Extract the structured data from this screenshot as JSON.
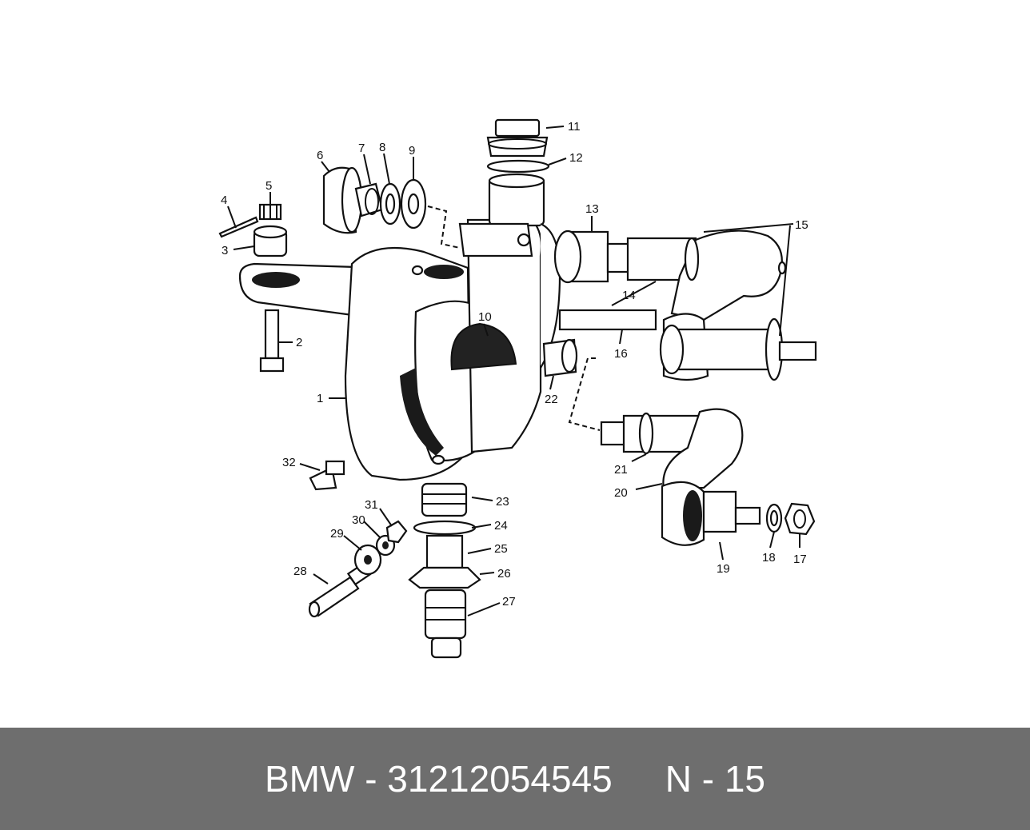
{
  "footer": {
    "brand_code": "BMW - 31212054545",
    "ref": "N - 15"
  },
  "diagram": {
    "callouts": [
      {
        "id": "1",
        "label": "1"
      },
      {
        "id": "2",
        "label": "2"
      },
      {
        "id": "3",
        "label": "3"
      },
      {
        "id": "4",
        "label": "4"
      },
      {
        "id": "5",
        "label": "5"
      },
      {
        "id": "6",
        "label": "6"
      },
      {
        "id": "7",
        "label": "7"
      },
      {
        "id": "8",
        "label": "8"
      },
      {
        "id": "9",
        "label": "9"
      },
      {
        "id": "10",
        "label": "10"
      },
      {
        "id": "11",
        "label": "11"
      },
      {
        "id": "12",
        "label": "12"
      },
      {
        "id": "13",
        "label": "13"
      },
      {
        "id": "14",
        "label": "14"
      },
      {
        "id": "15",
        "label": "15"
      },
      {
        "id": "16",
        "label": "16"
      },
      {
        "id": "17",
        "label": "17"
      },
      {
        "id": "18",
        "label": "18"
      },
      {
        "id": "19",
        "label": "19"
      },
      {
        "id": "20",
        "label": "20"
      },
      {
        "id": "21",
        "label": "21"
      },
      {
        "id": "22",
        "label": "22"
      },
      {
        "id": "23",
        "label": "23"
      },
      {
        "id": "24",
        "label": "24"
      },
      {
        "id": "25",
        "label": "25"
      },
      {
        "id": "26",
        "label": "26"
      },
      {
        "id": "27",
        "label": "27"
      },
      {
        "id": "28",
        "label": "28"
      },
      {
        "id": "29",
        "label": "29"
      },
      {
        "id": "30",
        "label": "30"
      },
      {
        "id": "31",
        "label": "31"
      },
      {
        "id": "32",
        "label": "32"
      }
    ]
  }
}
